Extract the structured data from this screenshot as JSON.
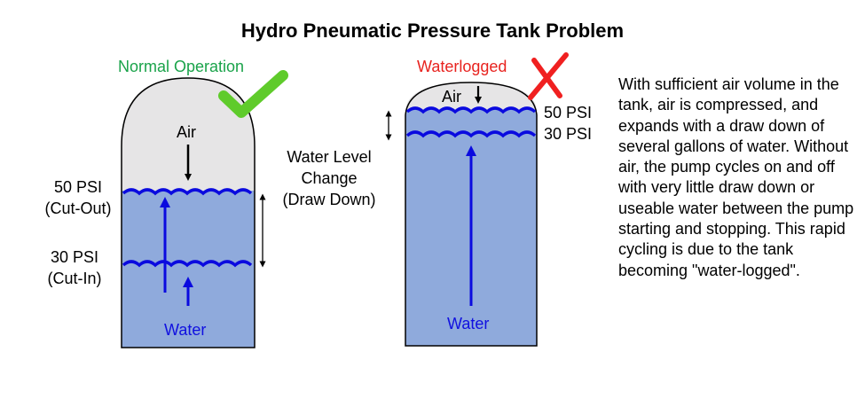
{
  "title": "Hydro Pneumatic Pressure Tank Problem",
  "normal": {
    "heading": "Normal Operation",
    "air_label": "Air",
    "water_label": "Water",
    "cut_out_psi": "50 PSI",
    "cut_out_note": "(Cut-Out)",
    "cut_in_psi": "30 PSI",
    "cut_in_note": "(Cut-In)"
  },
  "drawdown": {
    "line1": "Water Level",
    "line2": "Change",
    "line3": "(Draw Down)"
  },
  "waterlogged": {
    "heading": "Waterlogged",
    "air_label": "Air",
    "water_label": "Water",
    "psi_high": "50 PSI",
    "psi_low": "30 PSI"
  },
  "description": "With sufficient air volume in the tank, air is compressed, and expands with a draw down of several gallons of water. Without air, the pump cycles on and off with very little draw down or useable water between the pump starting and stopping. This rapid cycling is due to the tank becoming \"water-logged\".",
  "colors": {
    "air_fill": "#e6e5e6",
    "water_fill": "#8faadc",
    "wave_blue": "#0a0adf",
    "check_green": "#5fcb2b",
    "x_red": "#f02020"
  }
}
